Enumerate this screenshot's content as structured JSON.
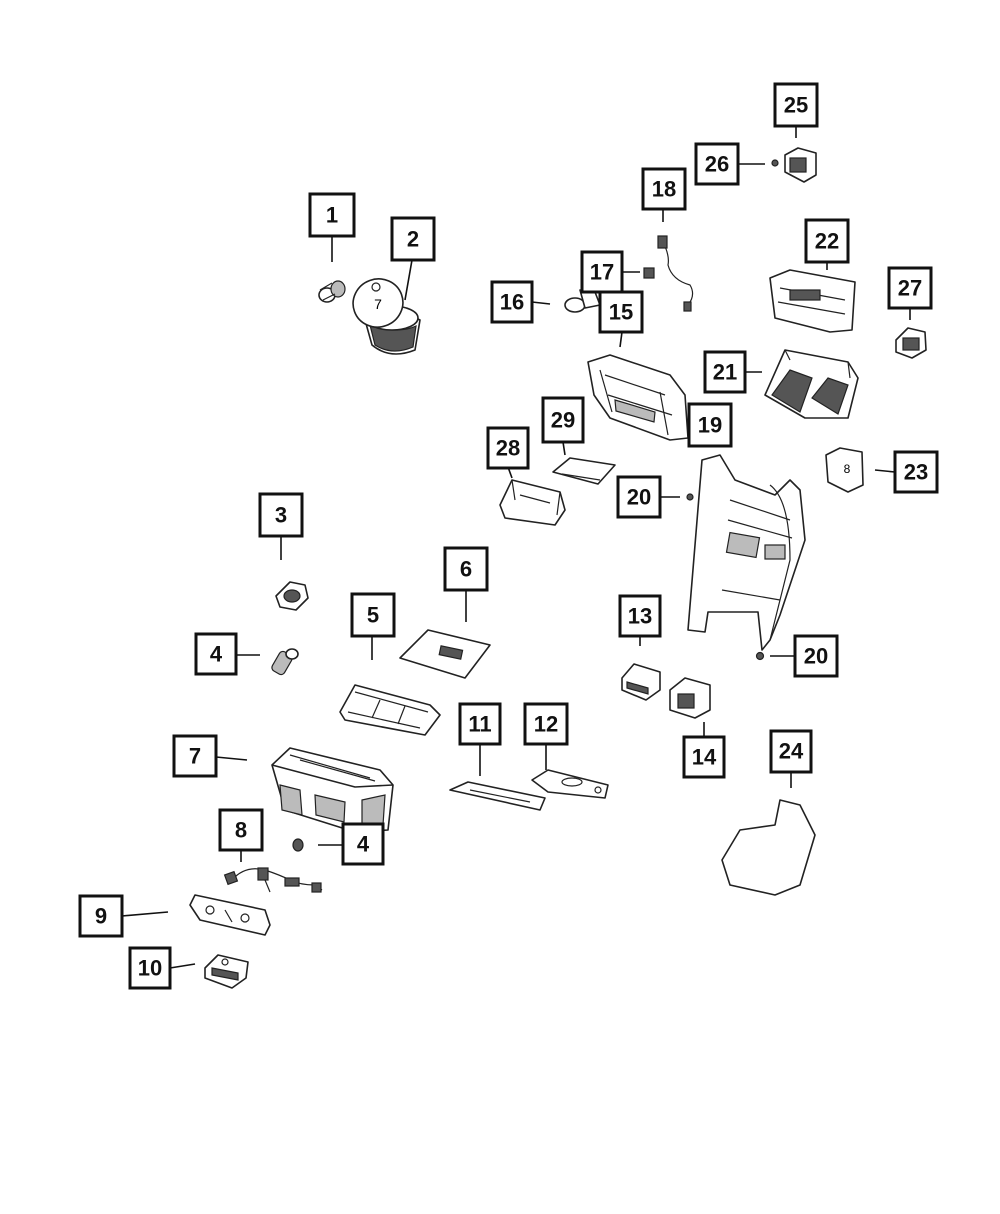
{
  "callouts": [
    {
      "id": "c1",
      "label": "1"
    },
    {
      "id": "c2",
      "label": "2"
    },
    {
      "id": "c3",
      "label": "3"
    },
    {
      "id": "c4a",
      "label": "4"
    },
    {
      "id": "c4b",
      "label": "4"
    },
    {
      "id": "c5",
      "label": "5"
    },
    {
      "id": "c6",
      "label": "6"
    },
    {
      "id": "c7",
      "label": "7"
    },
    {
      "id": "c8",
      "label": "8"
    },
    {
      "id": "c9",
      "label": "9"
    },
    {
      "id": "c10",
      "label": "10"
    },
    {
      "id": "c11",
      "label": "11"
    },
    {
      "id": "c12",
      "label": "12"
    },
    {
      "id": "c13",
      "label": "13"
    },
    {
      "id": "c14",
      "label": "14"
    },
    {
      "id": "c15",
      "label": "15"
    },
    {
      "id": "c16",
      "label": "16"
    },
    {
      "id": "c17",
      "label": "17"
    },
    {
      "id": "c18",
      "label": "18"
    },
    {
      "id": "c19",
      "label": "19"
    },
    {
      "id": "c20a",
      "label": "20"
    },
    {
      "id": "c20b",
      "label": "20"
    },
    {
      "id": "c21",
      "label": "21"
    },
    {
      "id": "c22",
      "label": "22"
    },
    {
      "id": "c23",
      "label": "23"
    },
    {
      "id": "c24",
      "label": "24"
    },
    {
      "id": "c25",
      "label": "25"
    },
    {
      "id": "c26",
      "label": "26"
    },
    {
      "id": "c27",
      "label": "27"
    },
    {
      "id": "c28",
      "label": "28"
    },
    {
      "id": "c29",
      "label": "29"
    }
  ],
  "part_glyphs": {
    "cupholder_lid_mark": "7",
    "switch_mark": "8"
  }
}
